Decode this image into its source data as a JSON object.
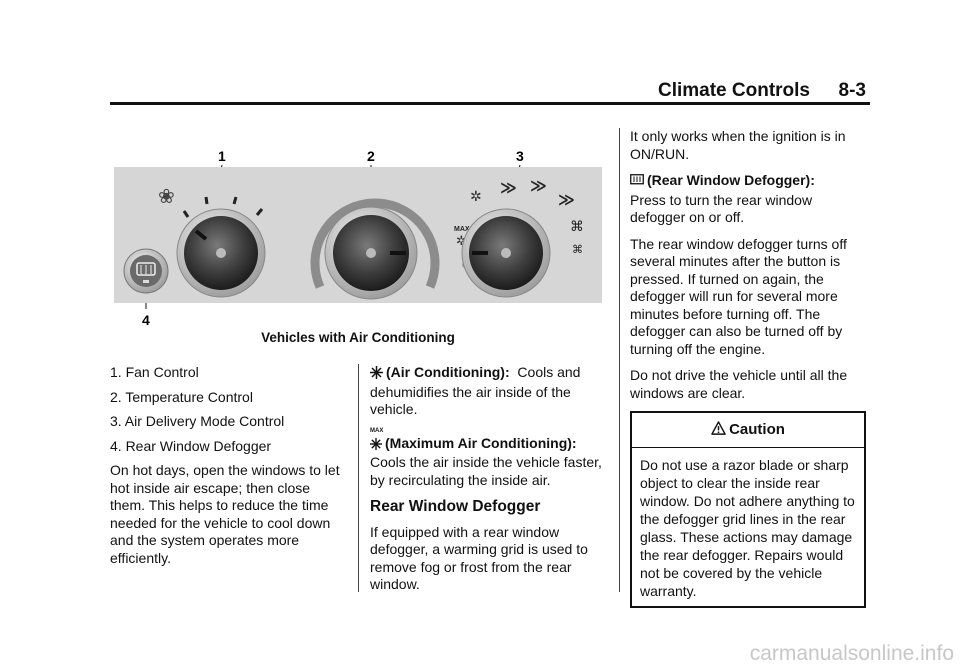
{
  "header": {
    "title": "Climate Controls",
    "page": "8-3"
  },
  "figure": {
    "callouts": [
      "1",
      "2",
      "3",
      "4"
    ],
    "max_label": "MAX",
    "caption": "Vehicles with Air Conditioning"
  },
  "col1": {
    "list": [
      "1. Fan Control",
      "2. Temperature Control",
      "3. Air Delivery Mode Control",
      "4. Rear Window Defogger"
    ],
    "para": "On hot days, open the windows to let hot inside air escape; then close them. This helps to reduce the time needed for the vehicle to cool down and the system operates more efficiently."
  },
  "col2": {
    "ac_term": "(Air Conditioning):",
    "ac_text": "Cools and dehumidifies the air inside of the vehicle.",
    "max_icon_label": "MAX",
    "max_term": "(Maximum Air Conditioning):",
    "max_text": "Cools the air inside the vehicle faster, by recirculating the inside air.",
    "heading": "Rear Window Defogger",
    "defog_para": "If equipped with a rear window defogger, a warming grid is used to remove fog or frost from the rear window."
  },
  "col3": {
    "p1": "It only works when the ignition is in ON/RUN.",
    "defog_term": "(Rear Window Defogger):",
    "defog_text": "Press to turn the rear window defogger on or off.",
    "p2": "The rear window defogger turns off several minutes after the button is pressed. If turned on again, the defogger will run for several more minutes before turning off. The defogger can also be turned off by turning off the engine.",
    "p3": "Do not drive the vehicle until all the windows are clear.",
    "caution_title": "Caution",
    "caution_text": "Do not use a razor blade or sharp object to clear the inside rear window. Do not adhere anything to the defogger grid lines in the rear glass. These actions may damage the rear defogger. Repairs would not be covered by the vehicle warranty."
  },
  "watermark": "carmanualsonline.info"
}
